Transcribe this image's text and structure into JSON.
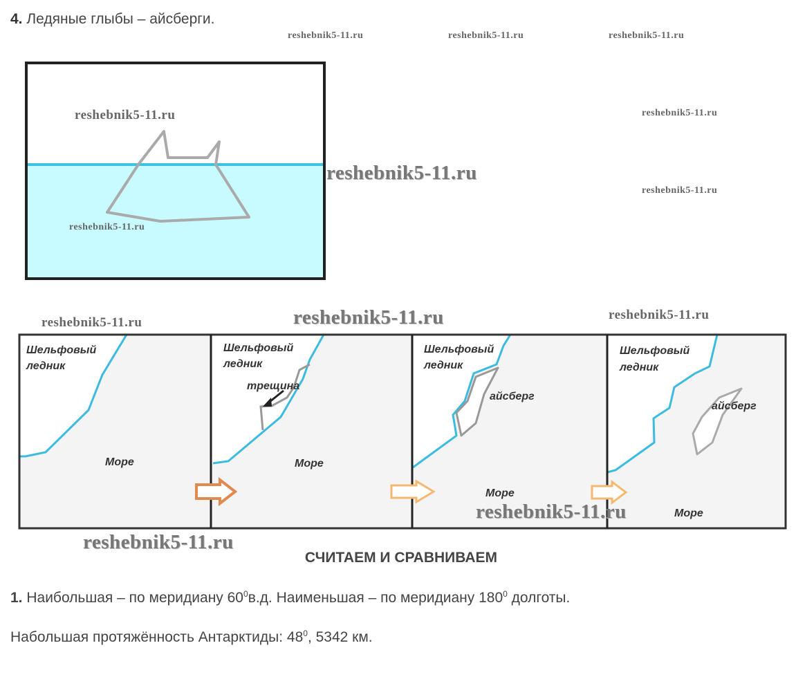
{
  "title": {
    "number": "4.",
    "text": "Ледяные глыбы – айсберги."
  },
  "watermark": "reshebnik5-11.ru",
  "panels": [
    {
      "shelf_label_1": "Шельфовый",
      "shelf_label_2": "ледник",
      "sea_label": "Море"
    },
    {
      "shelf_label_1": "Шельфовый",
      "shelf_label_2": "ледник",
      "crack_label": "трещина",
      "sea_label": "Море"
    },
    {
      "shelf_label_1": "Шельфовый",
      "shelf_label_2": "ледник",
      "iceberg_label": "айсберг",
      "sea_label": "Море"
    },
    {
      "shelf_label_1": "Шельфовый",
      "shelf_label_2": "ледник",
      "iceberg_label": "айсберг",
      "sea_label": "Море"
    }
  ],
  "section_heading": "СЧИТАЕМ И СРАВНИВАЕМ",
  "answer1": {
    "number": "1.",
    "part1": "Наибольшая – по меридиану 60",
    "sup1": "0",
    "part2": "в.д. Наименьшая – по меридиану 180",
    "sup2": "0",
    "part3": " долготы."
  },
  "answer2": {
    "part1": "Набольшая протяжённость Антарктиды: 48",
    "sup1": "0",
    "part2": ", 5342 км."
  },
  "colors": {
    "water": "#c8fbff",
    "waterline": "#3cc3e0",
    "coast": "#3bbbe0",
    "ice_outline": "#aaaaaa",
    "sea_panel": "#f4f4f4",
    "arrow": "#f0a860"
  }
}
